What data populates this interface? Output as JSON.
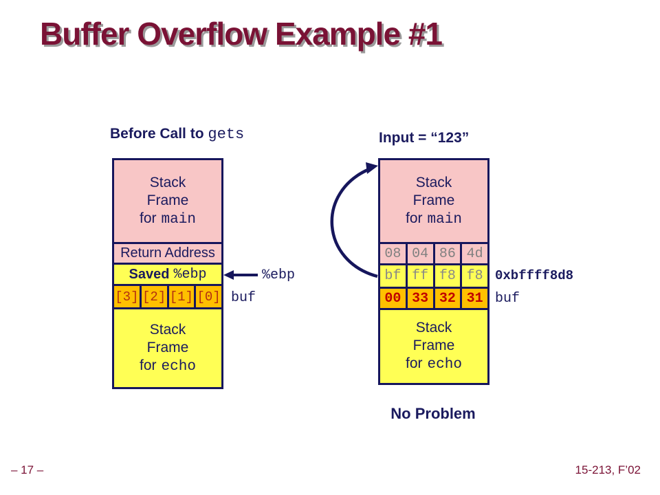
{
  "slide": {
    "title": "Buffer Overflow Example #1",
    "footer_left": "– 17 –",
    "footer_right": "15-213, F’02"
  },
  "left": {
    "header_text": "Before Call to",
    "header_code": "gets",
    "main_frame": {
      "line1": "Stack",
      "line2": "Frame",
      "for": "for",
      "fn": "main"
    },
    "return_address": "Return Address",
    "saved_label": "Saved",
    "saved_reg": "%ebp",
    "buf_cells": [
      "[3]",
      "[2]",
      "[1]",
      "[0]"
    ],
    "ebp_pointer_label": "%ebp",
    "buf_label": "buf",
    "echo_frame": {
      "line1": "Stack",
      "line2": "Frame",
      "for": "for",
      "fn": "echo"
    }
  },
  "right": {
    "header": "Input = “123”",
    "main_frame": {
      "line1": "Stack",
      "line2": "Frame",
      "for": "for",
      "fn": "main"
    },
    "rows": [
      {
        "cells": [
          "08",
          "04",
          "86",
          "4d"
        ]
      },
      {
        "cells": [
          "bf",
          "ff",
          "f8",
          "f8"
        ]
      },
      {
        "cells": [
          "00",
          "33",
          "32",
          "31"
        ]
      }
    ],
    "address_label": "0xbffff8d8",
    "buf_label": "buf",
    "echo_frame": {
      "line1": "Stack",
      "line2": "Frame",
      "for": "for",
      "fn": "echo"
    },
    "caption": "No Problem"
  },
  "colors": {
    "title_maroon": "#7a1235",
    "navy_text": "#1a1a5e",
    "border_navy": "#16165c",
    "frame_pink": "#f8c6c6",
    "frame_yellow": "#ffff55",
    "cell_orange": "#ffc000",
    "hex_gray": "#808080",
    "hex_red": "#c00000",
    "shadow_gray": "#9b9b9b"
  }
}
